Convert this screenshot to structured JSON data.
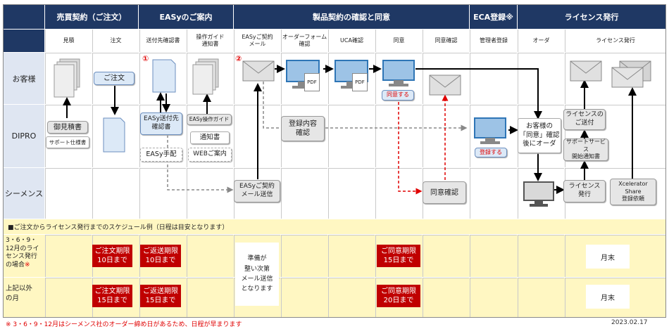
{
  "header": {
    "groups": [
      "売買契約（ご注文）",
      "EASyのご案内",
      "製品契約の確認と同意",
      "ECA登録※",
      "ライセンス発行"
    ],
    "columns": [
      "見積",
      "注文",
      "送付先確認書",
      "操作ガイド\n通知書",
      "EASyご契約\nメール",
      "オーダーフォーム\n確認",
      "UCA確認",
      "同意",
      "同意確認",
      "管理者登録",
      "オーダ",
      "ライセンス発行"
    ]
  },
  "rows": [
    "お客様",
    "DIPRO",
    "シーメンス"
  ],
  "markers": {
    "one": "①",
    "two": "②"
  },
  "nodes": {
    "order": "ご注文",
    "agree_btn": "同意する",
    "pdf1": "PDF",
    "pdf2": "PDF",
    "quote": "御見積書",
    "support_spec": "サポート仕様書",
    "easy_confirm": "EASy送付先\n確認書",
    "easy_guide": "EASy操作ガイド",
    "notice": "通知書",
    "easy_arrange": "EASy手配",
    "web_guide": "WEBご案内",
    "reg_confirm": "登録内容\n確認",
    "register_btn": "登録する",
    "order_after": "お客様の\n「同意」確認\n後にオーダ",
    "license_send": "ライセンスの\nご送付",
    "support_service": "サポートサービス\n開始通知書",
    "easy_mail": "EASyご契約\nメール送信",
    "agree_check": "同意確認",
    "license_issue": "ライセンス\n発行",
    "xcel": "Xcelerator\nShare\n登録依頼"
  },
  "schedule": {
    "title": "■ご注文からライセンス発行までのスケジュール例（日程は目安となります）",
    "row1_label": "3・6・9・\n12月のライ\nセンス発行\nの場合",
    "row1_mark": "※",
    "row2_label": "上記以外\nの月",
    "r1_order": "ご注文期限\n10日まで",
    "r1_return": "ご返送期限\n10日まで",
    "r1_agree": "ご同意期限\n15日まで",
    "r2_order": "ご注文期限\n15日まで",
    "r2_return": "ご返送期限\n15日まで",
    "r2_agree": "ご同意期限\n20日まで",
    "ready": "準備が\n整い次第\nメール送信\nとなります",
    "month_end1": "月末",
    "month_end2": "月末"
  },
  "footer": {
    "note": "※ 3・6・9・12月はシーメンス社のオーダー締め日があるため、日程が早まります",
    "date": "2023.02.17"
  },
  "colors": {
    "header": "#1f3864",
    "schedule_bg": "#fff7c2",
    "deadline": "#c00000",
    "row_label": "#dfe6f2"
  }
}
